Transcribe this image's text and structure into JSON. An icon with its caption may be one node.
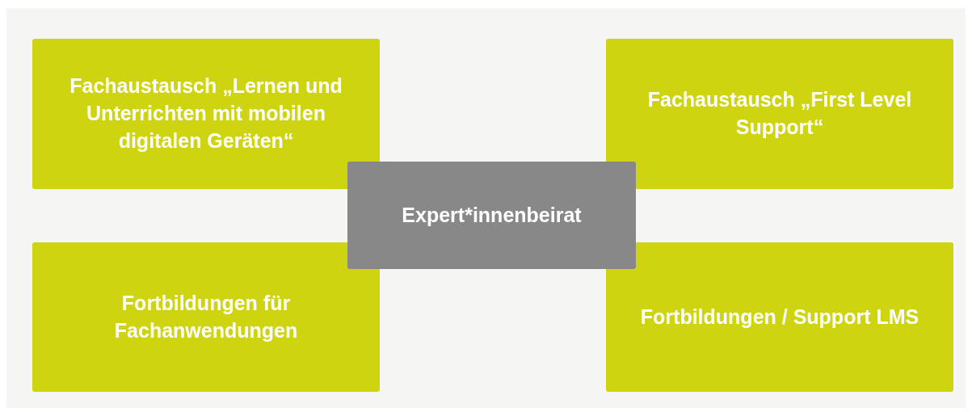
{
  "diagram": {
    "nodes": [
      {
        "text": [
          "Fachaustausch „Lernen und Unterrichten mit mobilen digitalen Geräten“"
        ]
      },
      {
        "text": [
          "Fachaustausch „First Level Support“"
        ]
      },
      {
        "text": [
          "Expert*innenbeirat"
        ]
      },
      {
        "text": [
          "Fortbildungen für Fachanwendungen"
        ]
      },
      {
        "text": [
          "Fortbildungen / Support LMS"
        ]
      }
    ]
  }
}
